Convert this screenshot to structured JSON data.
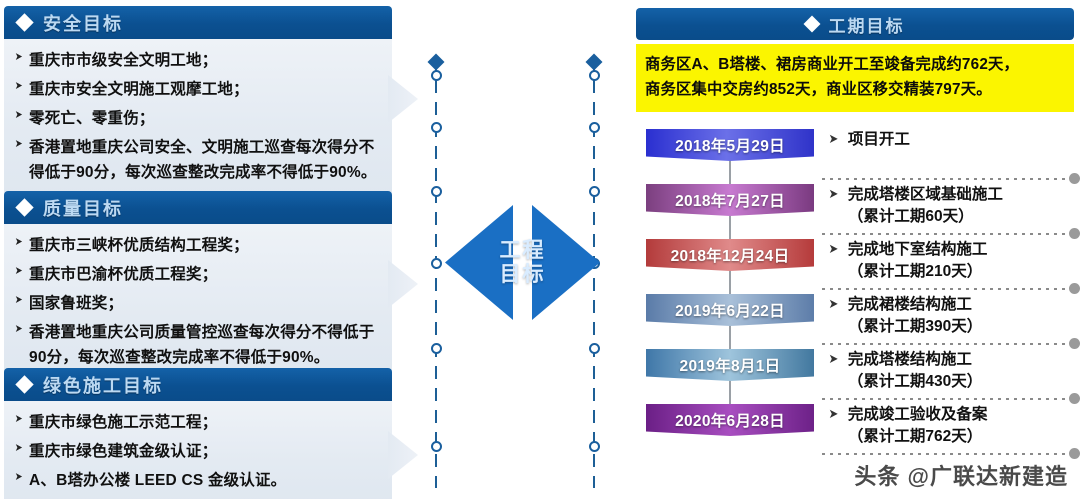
{
  "left_panels": [
    {
      "title": "安全目标",
      "icon": "diamond-icon",
      "bullets": [
        "重庆市市级安全文明工地；",
        "重庆市安全文明施工观摩工地；",
        "零死亡、零重伤；",
        "香港置地重庆公司安全、文明施工巡查每次得分不得低于90分，每次巡查整改完成率不得低于90%。"
      ]
    },
    {
      "title": "质量目标",
      "icon": "diamond-icon",
      "bullets": [
        "重庆市三峡杯优质结构工程奖；",
        "重庆市巴渝杯优质工程奖；",
        "国家鲁班奖；",
        "香港置地重庆公司质量管控巡查每次得分不得低于90分，每次巡查整改完成率不得低于90%。"
      ]
    },
    {
      "title": "绿色施工目标",
      "icon": "diamond-icon",
      "bullets": [
        "重庆市绿色施工示范工程；",
        "重庆市绿色建筑金级认证；",
        "A、B塔办公楼 LEED CS 金级认证。"
      ]
    }
  ],
  "center": {
    "label_line1": "工程",
    "label_line2": "目标",
    "shape": "double-arrow-diamond"
  },
  "right": {
    "header_title": "工期目标",
    "header_icon": "diamond-icon",
    "summary_line1": "商务区A、B塔楼、裙房商业开工至竣备完成约762天，",
    "summary_line2": "商务区集中交房约852天，商业区移交精装797天。",
    "milestones": [
      {
        "date": "2018年5月29日",
        "line1": "项目开工",
        "line2": "",
        "color_start": "#2a2fd0",
        "color_mid": "#6b70e8",
        "color_end": "#2f33c9"
      },
      {
        "date": "2018年7月27日",
        "line1": "完成塔楼区域基础施工",
        "line2": "（累计工期60天）",
        "color_start": "#7b3f7f",
        "color_mid": "#c77ad0",
        "color_end": "#7a3a80"
      },
      {
        "date": "2018年12月24日",
        "line1": "完成地下室结构施工",
        "line2": "（累计工期210天）",
        "color_start": "#b33b3b",
        "color_mid": "#e08a8a",
        "color_end": "#b53b3b"
      },
      {
        "date": "2019年6月22日",
        "line1": "完成裙楼结构施工",
        "line2": "（累计工期390天）",
        "color_start": "#5a7ba8",
        "color_mid": "#a9c0d9",
        "color_end": "#5d7da9"
      },
      {
        "date": "2019年8月1日",
        "line1": "完成塔楼结构施工",
        "line2": "（累计工期430天）",
        "color_start": "#3f77a8",
        "color_mid": "#9ec4dc",
        "color_end": "#42789f"
      },
      {
        "date": "2020年6月28日",
        "line1": "完成竣工验收及备案",
        "line2": "（累计工期762天）",
        "color_start": "#6b1f86",
        "color_mid": "#a84ec0",
        "color_end": "#6d2188"
      }
    ]
  },
  "watermark": "头条 @广联达新建造",
  "colors": {
    "header_blue": "#0b5091",
    "header_text": "#bcd9f2",
    "panel_bg": "#e3eaf2",
    "yellow": "#fbf500",
    "center_blue": "#1a6fc4",
    "line_blue": "#1a5f9e"
  }
}
